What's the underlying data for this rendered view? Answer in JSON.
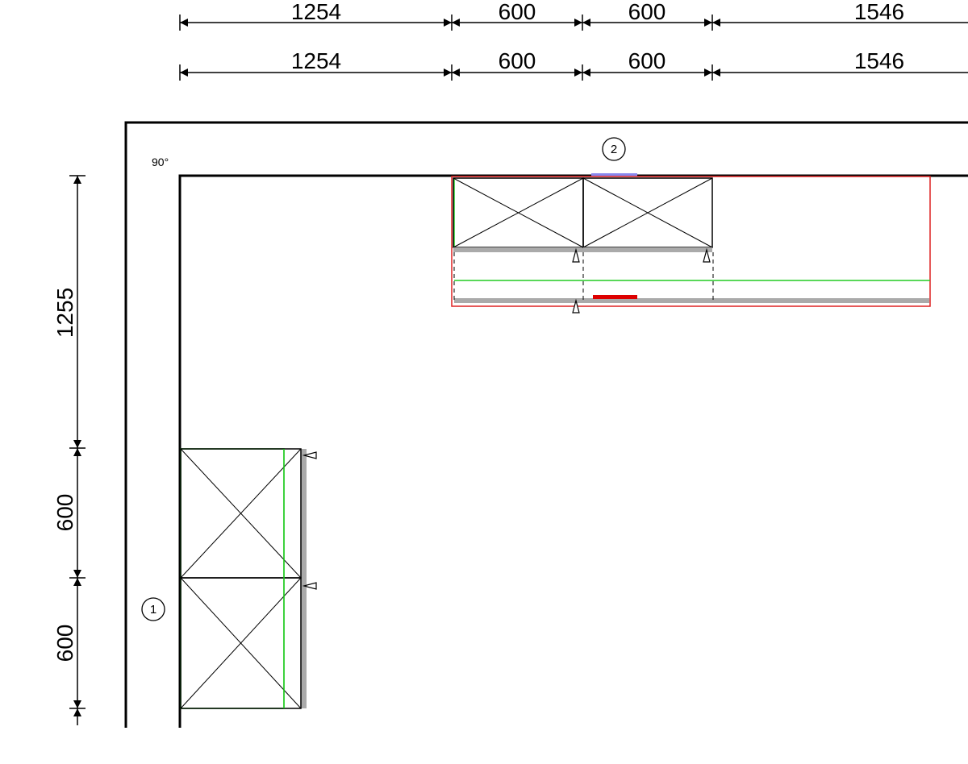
{
  "dimensions": {
    "top_row_1": [
      "1254",
      "600",
      "600",
      "1546"
    ],
    "top_row_2": [
      "1254",
      "600",
      "600",
      "1546"
    ],
    "left_column": [
      "1255",
      "600",
      "600"
    ]
  },
  "angle_label": "90°",
  "wall_markers": [
    "1",
    "2"
  ],
  "colors": {
    "line": "#000000",
    "cabinet_outline": "#000000",
    "front_green": "#22cc22",
    "countertop_red": "#dd2222",
    "door_gray": "#aaaaaa",
    "window_blue": "#8888ee",
    "appliance_red": "#dd0000"
  }
}
